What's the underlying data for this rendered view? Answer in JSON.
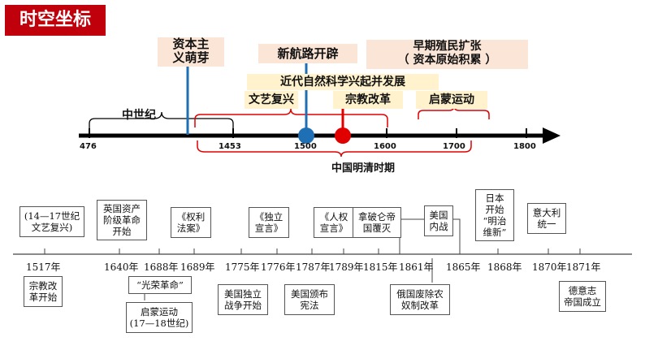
{
  "header": {
    "title": "时空坐标"
  },
  "upper_timeline": {
    "ticks": [
      "476",
      "1453",
      "1500",
      "1600",
      "1700",
      "1800"
    ],
    "labels": {
      "middle_ages": "中世纪",
      "sprouts": [
        "资本主",
        "义萌芽"
      ],
      "new_routes": "新航路开辟",
      "colonial": [
        "早期殖民扩张",
        "（ 资本原始积累 ）"
      ],
      "science": "近代自然科学兴起并发展",
      "renaissance": "文艺复兴",
      "reformation": "宗教改革",
      "enlightenment": "启蒙运动",
      "ming_qing": "中国明清时期"
    }
  },
  "lower_timeline": {
    "years": [
      "1517年",
      "1640年",
      "1688年",
      "1689年",
      "1775年",
      "1776年",
      "1787年",
      "1789年",
      "1815年",
      "1861年",
      "1865年",
      "1868年",
      "1870年",
      "1871年"
    ],
    "above": [
      [
        "(14—17世纪",
        "文艺复兴)"
      ],
      [
        "英国资产",
        "阶级革命",
        "开始"
      ],
      [
        "《权利",
        "法案》"
      ],
      [
        "《独立",
        "宣言》"
      ],
      [
        "《人权",
        "宣言》"
      ],
      [
        "拿破仑帝",
        "国覆灭"
      ],
      [
        "美国",
        "内战"
      ],
      [
        "日本",
        "开始",
        "“明治",
        "维新”"
      ],
      [
        "意大利",
        "统一"
      ]
    ],
    "below": [
      [
        "宗教改",
        "革开始"
      ],
      [
        "“光荣革命”"
      ],
      [
        "启蒙运动",
        "(17—18世纪)"
      ],
      [
        "美国独立",
        "战争开始"
      ],
      [
        "美国颁布",
        "宪法"
      ],
      [
        "俄国废除农",
        "奴制改革"
      ],
      [
        "德意志",
        "帝国成立"
      ]
    ]
  },
  "colors": {
    "title_bg": "#c0000a",
    "accent_red": "#e00000",
    "accent_blue": "#1f6fb5",
    "peach": "#fbe5d6",
    "yellow": "#fff2cc"
  }
}
